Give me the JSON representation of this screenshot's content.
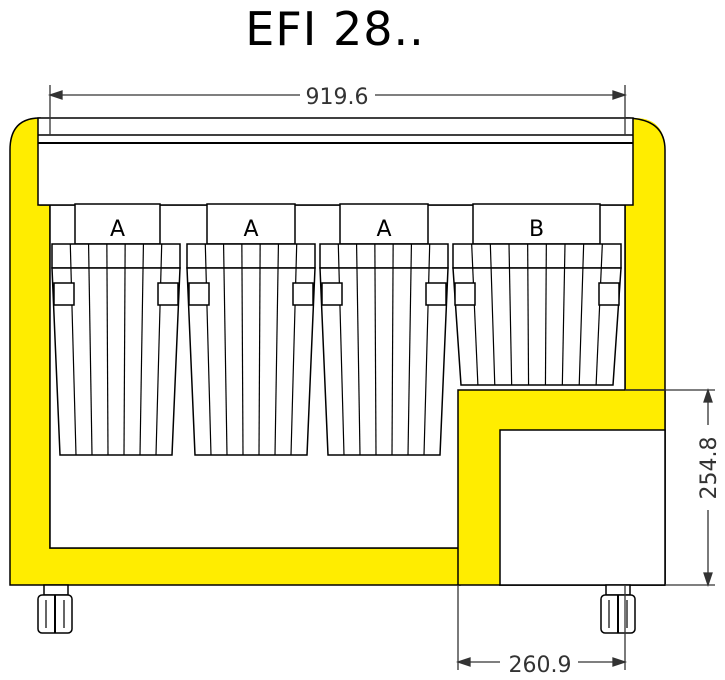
{
  "title": "EFI 28..",
  "dimensions": {
    "total_width": "919.6",
    "step_height": "254.8",
    "step_width": "260.9"
  },
  "baskets": [
    {
      "label": "A"
    },
    {
      "label": "A"
    },
    {
      "label": "A"
    },
    {
      "label": "B"
    }
  ],
  "colors": {
    "cabinet": "#ffed00",
    "outline": "#000000",
    "dimension_line": "#333333"
  }
}
